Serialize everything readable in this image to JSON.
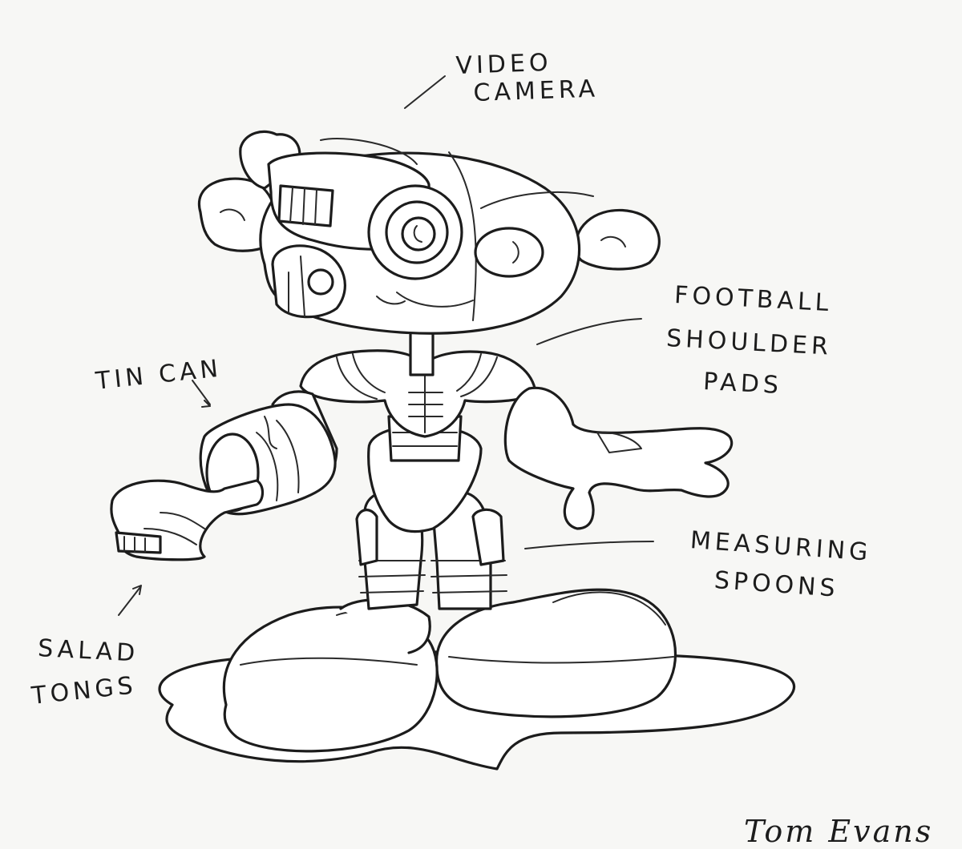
{
  "labels": {
    "video_camera": [
      "VIDEO",
      "CAMERA"
    ],
    "football_shoulder_pads": [
      "FOOTBALL",
      "SHOULDER",
      "PADS"
    ],
    "tin_can": "TIN CAN",
    "measuring_spoons": [
      "MEASURING",
      "SPOONS"
    ],
    "salad_tongs": [
      "SALAD",
      "TONGS"
    ]
  },
  "signature": "Tom Evans",
  "colors": {
    "paper": "#f7f7f5",
    "ink": "#1c1c1c"
  }
}
